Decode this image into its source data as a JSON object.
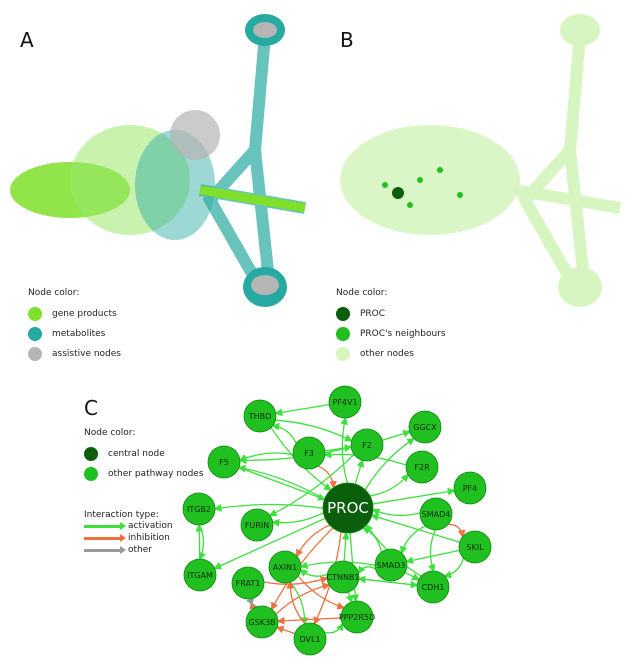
{
  "panels": {
    "a": "A",
    "b": "B",
    "c": "C"
  },
  "legend_a": {
    "title": "Node color:",
    "items": [
      {
        "label": "gene products",
        "color": "#7ee02a"
      },
      {
        "label": "metabolites",
        "color": "#26a9a0"
      },
      {
        "label": "assistive nodes",
        "color": "#b5b5b5"
      }
    ]
  },
  "legend_b": {
    "title": "Node color:",
    "items": [
      {
        "label": "PROC",
        "color": "#0b5e0b"
      },
      {
        "label": "PROC's neighbours",
        "color": "#1fc01f"
      },
      {
        "label": "other nodes",
        "color": "#d6f5c0"
      }
    ]
  },
  "legend_c": {
    "title": "Node color:",
    "items": [
      {
        "label": "central node",
        "color": "#0b5e0b"
      },
      {
        "label": "other pathway nodes",
        "color": "#1fc01f"
      }
    ],
    "interaction_title": "Interaction type:",
    "interactions": [
      {
        "label": "activation",
        "color": "#3ee03e"
      },
      {
        "label": "inhibition",
        "color": "#f07040"
      },
      {
        "label": "other",
        "color": "#999999"
      }
    ]
  },
  "network": {
    "central": "PROC",
    "nodes": [
      "PF4V1",
      "THBD",
      "GGCX",
      "F2",
      "F3",
      "F5",
      "F2R",
      "PF4",
      "ITGB2",
      "FURIN",
      "SMAD4",
      "SKIL",
      "SMAD3",
      "ITGAM",
      "AXIN1",
      "CTNNB1",
      "FRAT1",
      "CDH1",
      "GSK3B",
      "PPP2R5D",
      "DVL1"
    ],
    "edges": [
      [
        "PROC",
        "PF4V1",
        "a"
      ],
      [
        "PROC",
        "F2",
        "a"
      ],
      [
        "PROC",
        "F2R",
        "a"
      ],
      [
        "PROC",
        "GGCX",
        "a"
      ],
      [
        "PROC",
        "PF4",
        "a"
      ],
      [
        "PROC",
        "ITGB2",
        "a"
      ],
      [
        "PROC",
        "FURIN",
        "a"
      ],
      [
        "PROC",
        "ITGAM",
        "a"
      ],
      [
        "PROC",
        "F5",
        "a"
      ],
      [
        "F3",
        "PROC",
        "i"
      ],
      [
        "F5",
        "PROC",
        "a"
      ],
      [
        "THBD",
        "PROC",
        "a"
      ],
      [
        "SMAD4",
        "PROC",
        "a"
      ],
      [
        "SKIL",
        "PROC",
        "a"
      ],
      [
        "SMAD3",
        "PROC",
        "a"
      ],
      [
        "CDH1",
        "PROC",
        "a"
      ],
      [
        "CTNNB1",
        "PROC",
        "a"
      ],
      [
        "PROC",
        "AXIN1",
        "i"
      ],
      [
        "PROC",
        "DVL1",
        "i"
      ],
      [
        "PROC",
        "PPP2R5D",
        "a"
      ],
      [
        "PROC",
        "GSK3B",
        "i"
      ],
      [
        "THBD",
        "F2",
        "a"
      ],
      [
        "F3",
        "F2",
        "a"
      ],
      [
        "F3",
        "F5",
        "a"
      ],
      [
        "F2",
        "F5",
        "a"
      ],
      [
        "F2",
        "GGCX",
        "a"
      ],
      [
        "F2R",
        "F3",
        "a"
      ],
      [
        "F2",
        "FURIN",
        "a"
      ],
      [
        "PF4V1",
        "THBD",
        "a"
      ],
      [
        "F3",
        "THBD",
        "a"
      ],
      [
        "ITGB2",
        "ITGAM",
        "a"
      ],
      [
        "ITGAM",
        "ITGB2",
        "a"
      ],
      [
        "SMAD4",
        "SMAD3",
        "a"
      ],
      [
        "SMAD4",
        "SKIL",
        "i"
      ],
      [
        "SKIL",
        "SMAD3",
        "a"
      ],
      [
        "SMAD4",
        "CDH1",
        "a"
      ],
      [
        "SKIL",
        "CDH1",
        "a"
      ],
      [
        "SMAD3",
        "CDH1",
        "a"
      ],
      [
        "SMAD3",
        "AXIN1",
        "a"
      ],
      [
        "CTNNB1",
        "AXIN1",
        "a"
      ],
      [
        "CDH1",
        "CTNNB1",
        "a"
      ],
      [
        "AXIN1",
        "PPP2R5D",
        "i"
      ],
      [
        "GSK3B",
        "CTNNB1",
        "i"
      ],
      [
        "DVL1",
        "GSK3B",
        "i"
      ],
      [
        "FRAT1",
        "GSK3B",
        "i"
      ],
      [
        "GSK3B",
        "FRAT1",
        "o"
      ],
      [
        "CTNNB1",
        "PPP2R5D",
        "a"
      ],
      [
        "DVL1",
        "PPP2R5D",
        "a"
      ],
      [
        "AXIN1",
        "DVL1",
        "a"
      ],
      [
        "PPP2R5D",
        "GSK3B",
        "i"
      ],
      [
        "FRAT1",
        "CTNNB1",
        "i"
      ],
      [
        "DVL1",
        "AXIN1",
        "i"
      ],
      [
        "CTNNB1",
        "CDH1",
        "a"
      ],
      [
        "SMAD3",
        "CTNNB1",
        "a"
      ]
    ]
  }
}
